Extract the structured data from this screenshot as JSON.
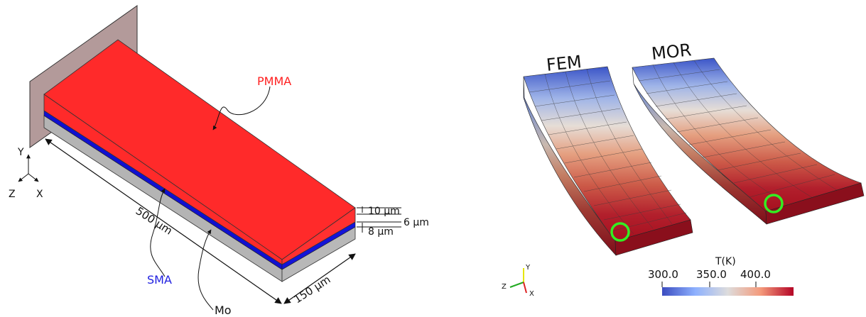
{
  "left_diagram": {
    "material_labels": {
      "pmma": "PMMA",
      "sma": "SMA",
      "mo": "Mo"
    },
    "dimensions": {
      "length": "500 µm",
      "width": "150 µm",
      "thickness_top": "10 µm",
      "thickness_mid": "6 µm",
      "thickness_bottom": "8 µm"
    },
    "axes": {
      "y": "Y",
      "z": "Z",
      "x": "X"
    },
    "colors": {
      "pmma": "#ff2a2a",
      "sma": "#1010d0",
      "mo": "#b4b4b4",
      "wall": "#b39a9a"
    }
  },
  "right_diagram": {
    "beam_labels": {
      "fem": "FEM",
      "mor": "MOR"
    },
    "colorbar": {
      "title": "T(K)",
      "ticks": [
        "300.0",
        "350.0",
        "400.0"
      ],
      "colors": {
        "low": "#3b4cc0",
        "mid": "#e8e8e8",
        "high": "#b40426"
      }
    },
    "orientation_axes": {
      "y": "Y",
      "z": "Z",
      "x": "X"
    },
    "marker_color": "#33ee22"
  }
}
